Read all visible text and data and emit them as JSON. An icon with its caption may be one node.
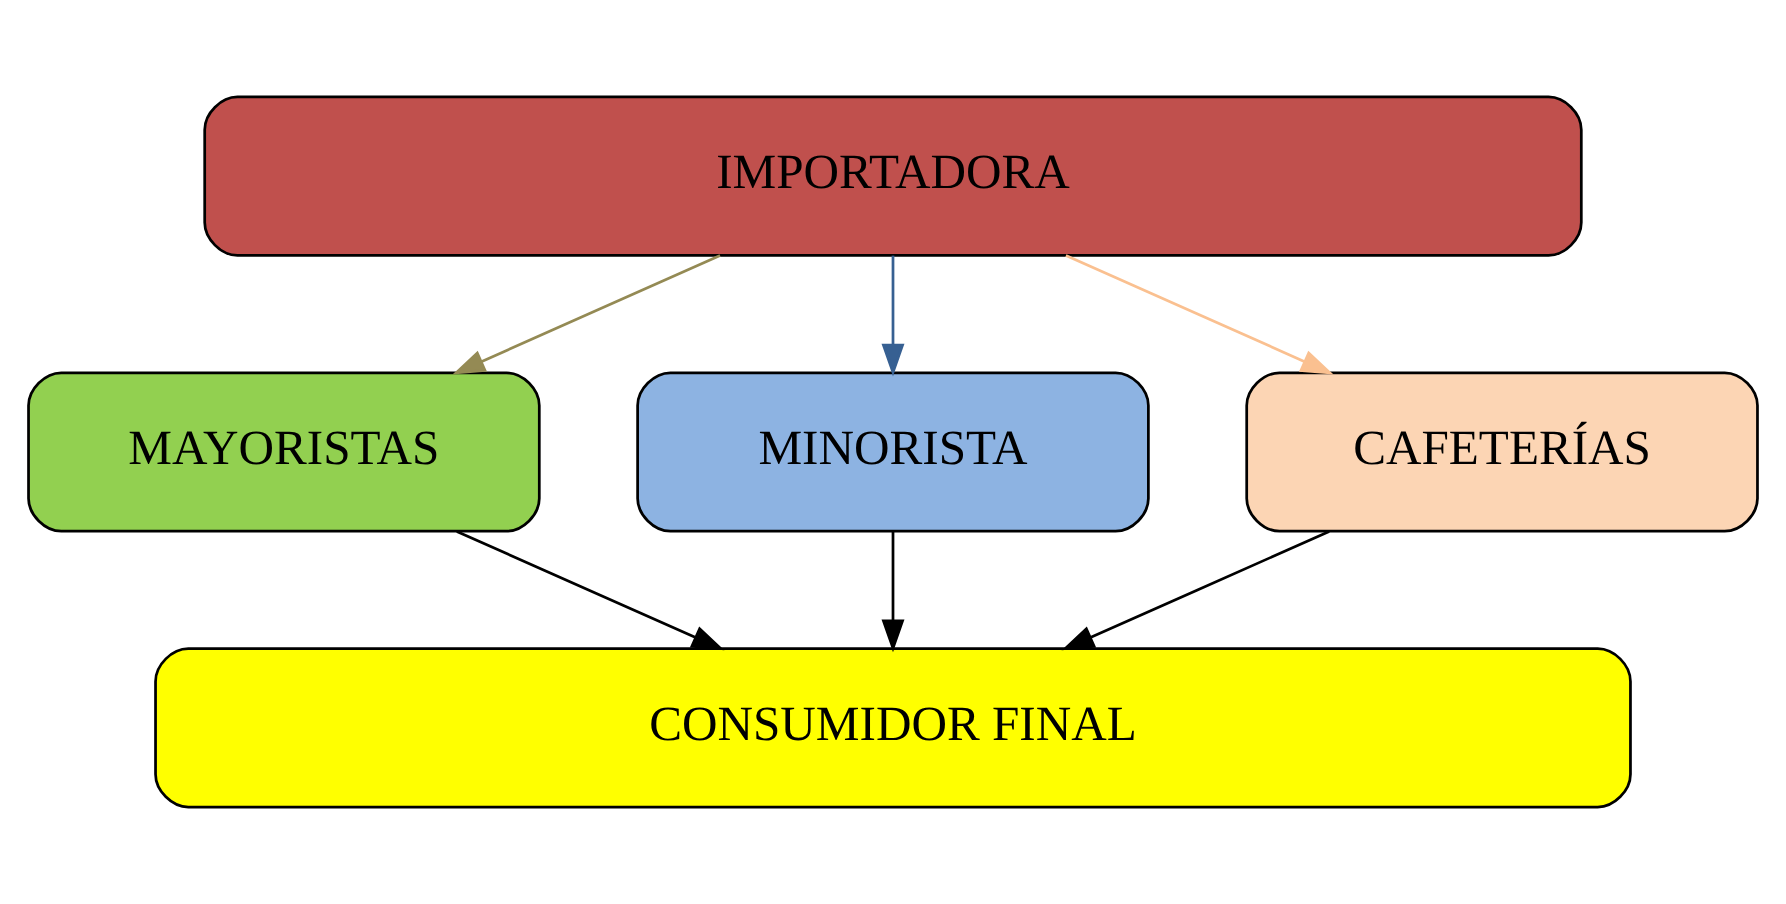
{
  "diagram": {
    "nodes": [
      {
        "text": [
          "IMPORTADORA"
        ]
      },
      {
        "text": [
          "MAYORISTAS"
        ]
      },
      {
        "text": [
          "MINORISTA"
        ]
      },
      {
        "text": [
          "CAFETERÍAS"
        ]
      },
      {
        "text": [
          "CONSUMIDOR FINAL"
        ]
      }
    ],
    "edges": [
      {
        "from": 0,
        "to": 1,
        "arrow": "to",
        "color": "#948a54"
      },
      {
        "from": 0,
        "to": 2,
        "arrow": "to",
        "color": "#376092"
      },
      {
        "from": 0,
        "to": 3,
        "arrow": "to",
        "color": "#fac090"
      },
      {
        "from": 1,
        "to": 4,
        "arrow": "to"
      },
      {
        "from": 2,
        "to": 4,
        "arrow": "to"
      },
      {
        "from": 3,
        "to": 4,
        "arrow": "to"
      }
    ]
  }
}
